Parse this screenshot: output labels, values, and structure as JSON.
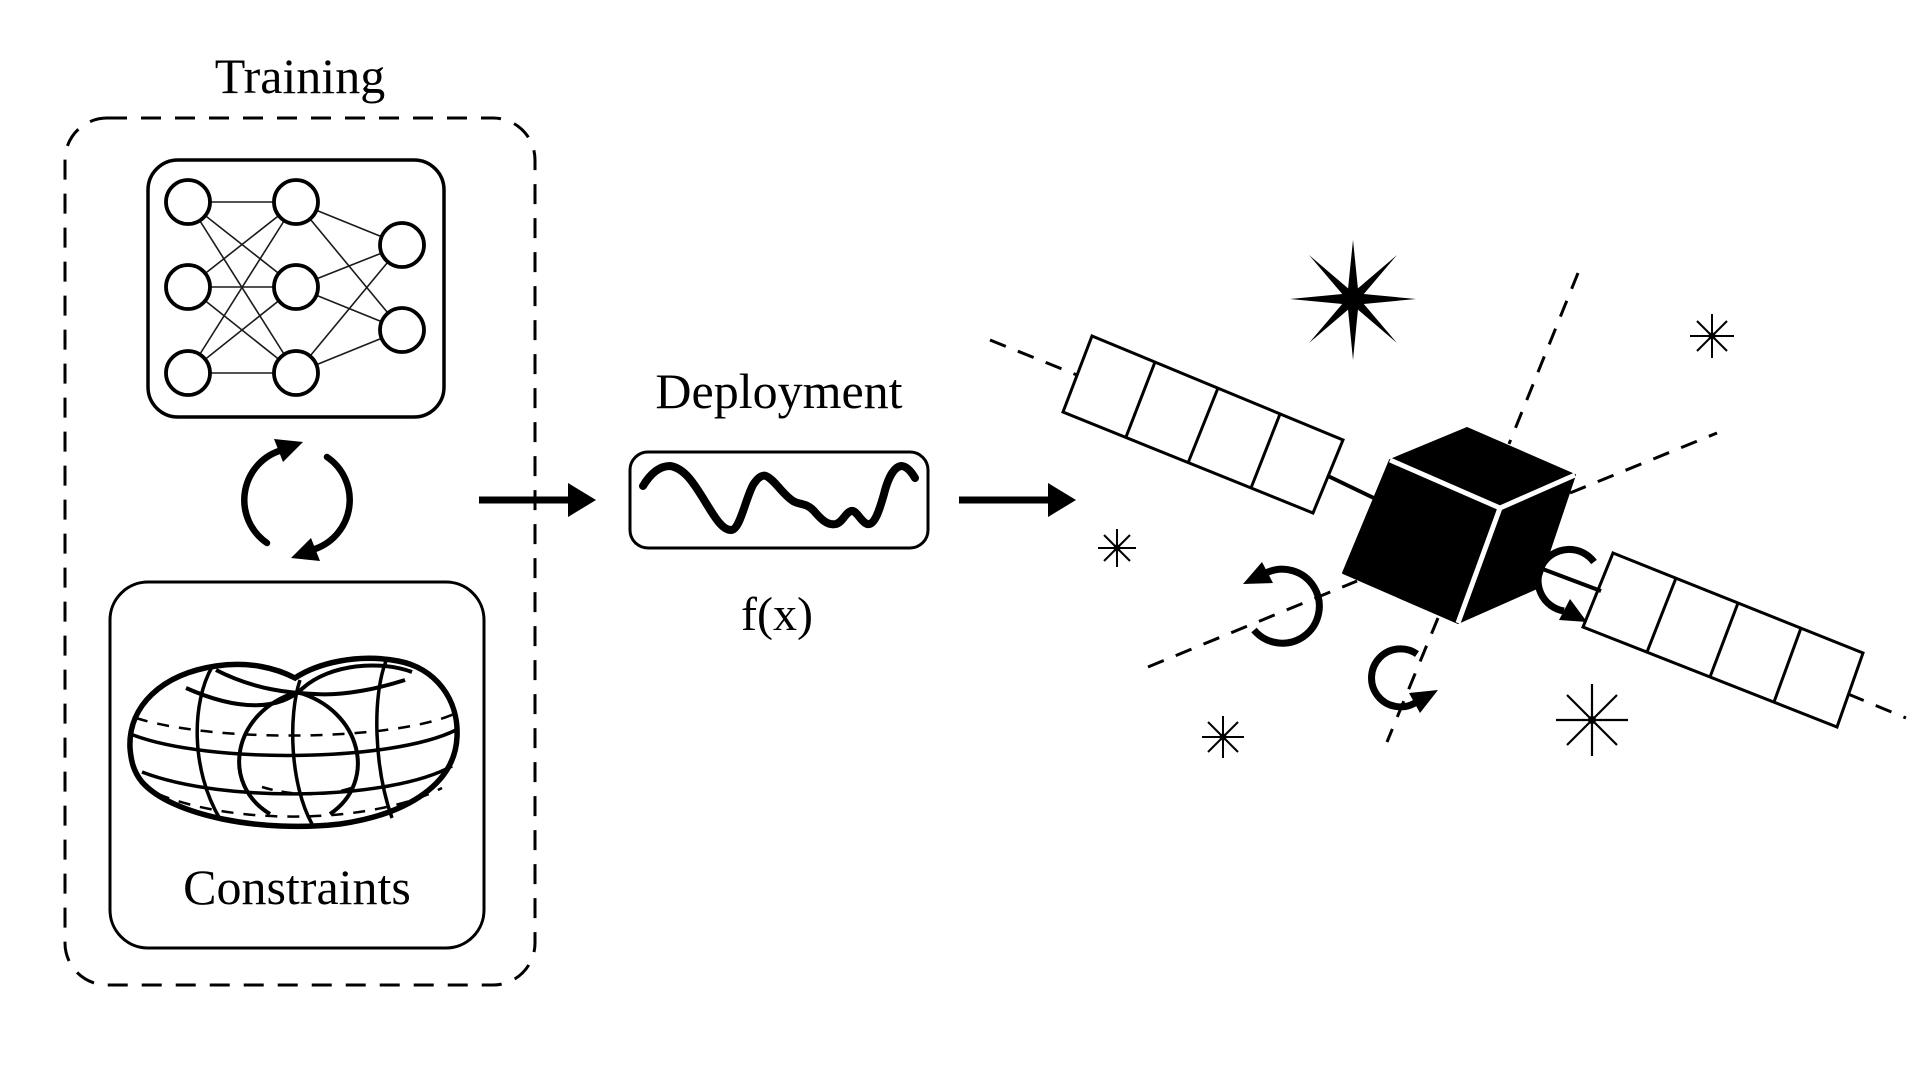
{
  "page": {
    "background_color": "#ffffff",
    "ink_color": "#000000",
    "description": "Pipeline diagram: constrained training produces a deployed function controlling a satellite"
  },
  "training": {
    "label": "Training",
    "neural_network_icon": "neural-network",
    "neural_network_layers": [
      3,
      3,
      2
    ],
    "cycle_icon": "cycle-arrows",
    "constraints": {
      "label": "Constraints",
      "icon": "constraint-manifold-torus"
    }
  },
  "deployment": {
    "label": "Deployment",
    "function_label": "f(x)",
    "icon": "signal-curve"
  },
  "satellite": {
    "icon": "cubesat-satellite",
    "body": "black-cube",
    "solar_panel_count": 2,
    "panel_cells_each": 4,
    "rotation_arrow_count": 3,
    "dashed_axis_count": 3,
    "star_sparkle_count": 5
  },
  "flow": {
    "arrow_training_to_deployment": "right-arrow",
    "arrow_deployment_to_satellite": "right-arrow"
  }
}
